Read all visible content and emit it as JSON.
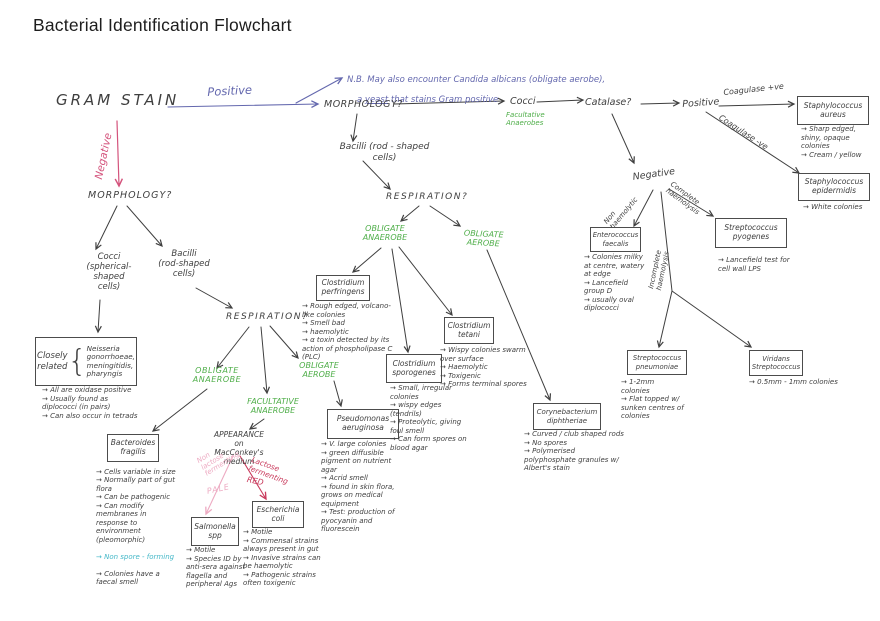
{
  "title": "Bacterial Identification Flowchart",
  "colors": {
    "ink": "#3f3f3f",
    "blue": "#6468ae",
    "pink": "#d4537c",
    "light_pink": "#edaac2",
    "red": "#c93a5c",
    "green": "#4fae49",
    "teal": "#45b8c8"
  },
  "nodes": {
    "gram_stain": "GRAM STAIN",
    "positive_blue": "Positive",
    "nb_line1": "N.B. May also encounter Candida albicans (obligate aerobe),",
    "nb_line2a": "a ",
    "nb_line2b": "yeast",
    "nb_line2c": " that stains Gram positive",
    "negative_pink": "Negative",
    "morphology_left": "MORPHOLOGY?",
    "cocci_left": "Cocci\n(spherical-shaped\ncells)",
    "bacilli_left": "Bacilli\n(rod-shaped\ncells)",
    "respiration_left": "RESPIRATION?",
    "obligate_anaerobe_left": "OBLIGATE\nANAEROBE",
    "facultative_anaerobe": "FACULTATIVE\nANAEROBE",
    "obligate_aerobe_left": "OBLIGATE\nAEROBE",
    "appearance": "APPEARANCE on\nMacConkey's\nmedium",
    "non_lactose": "Non\nlactose\nfermenting",
    "pale": "PALE",
    "lactose": "Lactose\nfermenting",
    "red_label": "RED",
    "morphology_top": "MORPHOLOGY?",
    "bacilli_right": "Bacilli (rod - shaped\ncells)",
    "respiration_right": "RESPIRATION?",
    "obligate_anaerobe_right": "OBLIGATE\nANAEROBE",
    "obligate_aerobe_right": "OBLIGATE\nAEROBE",
    "cocci_top": "Cocci",
    "facultative_anaerobes_green": "Facultative\nAnaerobes",
    "catalase": "Catalase?",
    "positive_right": "Positive",
    "coagulase_pos": "Coagulase +ve",
    "coagulase_neg": "Coagulase -ve",
    "negative_right": "Negative",
    "non_haemolytic": "Non\nhaemolytic",
    "complete_haemolysis": "Complete\nhaemolysis",
    "incomplete_haemolysis": "Incomplete\nhaemolysis"
  },
  "organisms": {
    "neisseria": {
      "prefix": "Closely\nrelated",
      "brace": "{",
      "name": "Neisseria\ngonorrhoeae,\nmeningitidis,\npharyngis",
      "notes": "→ All are oxidase positive\n→ Usually found as diplococci (in pairs)\n→ Can also occur in tetrads"
    },
    "bacteroides": {
      "name": "Bacteroides\nfragilis",
      "notes": "→ Cells variable in size\n→ Normally part of gut flora\n→ Can be pathogenic\n→ Can modify membranes in response to environment (pleomorphic)",
      "note_teal": "→ Non spore - forming",
      "notes2": "→ Colonies have a faecal smell"
    },
    "salmonella": {
      "name": "Salmonella\nspp",
      "notes": "→ Motile\n→ Species ID by anti-sera against flagella and peripheral Ags"
    },
    "ecoli": {
      "name": "Escherichia\ncoli",
      "notes": "→ Motile\n→ Commensal strains always present in gut\n→ Invasive strains can be haemolytic\n→ Pathogenic strains often toxigenic"
    },
    "pseudomonas": {
      "name": "Pseudomonas\naeruginosa",
      "notes": "→ V. large colonies\n→ green diffusible pigment on nutrient agar\n→ Acrid smell\n→ found in skin flora, grows on medical equipment\n→ Test: production of pyocyanin and fluorescein"
    },
    "perfringens": {
      "name": "Clostridium\nperfringens",
      "notes": "→ Rough edged, volcano-like colonies\n→ Smell bad\n→ haemolytic\n→ α toxin detected by its action of phospholipase C (PLC)"
    },
    "sporogenes": {
      "name": "Clostridium\nsporogenes",
      "notes": "→ Small, irregular colonies\n→ wispy edges (tendrils)\n→ Proteolytic, giving foul smell\n→ Can form spores on blood agar"
    },
    "tetani": {
      "name": "Clostridium\ntetani",
      "notes": "→ Wispy colonies swarm over surface\n→ Haemolytic\n→ Toxigenic\n→ Forms terminal spores"
    },
    "coryne": {
      "name": "Corynebacterium\ndiphtheriae",
      "notes": "→ Curved / club shaped rods\n→ No spores\n→ Polymerised polyphosphate granules w/ Albert's stain"
    },
    "enterococcus": {
      "name": "Enterococcus\nfaecalis",
      "notes": "→ Colonies milky at centre, watery at edge\n→ Lancefield group D\n→ usually oval diplococci"
    },
    "pyogenes": {
      "name": "Streptococcus\npyogenes",
      "notes": "→ Lancefield test for cell wall LPS"
    },
    "pneumoniae": {
      "name": "Streptococcus\npneumoniae",
      "notes": "→ 1-2mm colonies\n→ Flat topped w/ sunken centres of colonies"
    },
    "viridans": {
      "name": "Viridans\nStreptococcus",
      "notes": "→ 0.5mm - 1mm colonies"
    },
    "aureus": {
      "name": "Staphylococcus\naureus",
      "notes": "→ Sharp edged, shiny, opaque colonies\n→ Cream / yellow"
    },
    "epidermidis": {
      "name": "Staphylococcus\nepidermidis",
      "notes": "→ White colonies"
    }
  }
}
